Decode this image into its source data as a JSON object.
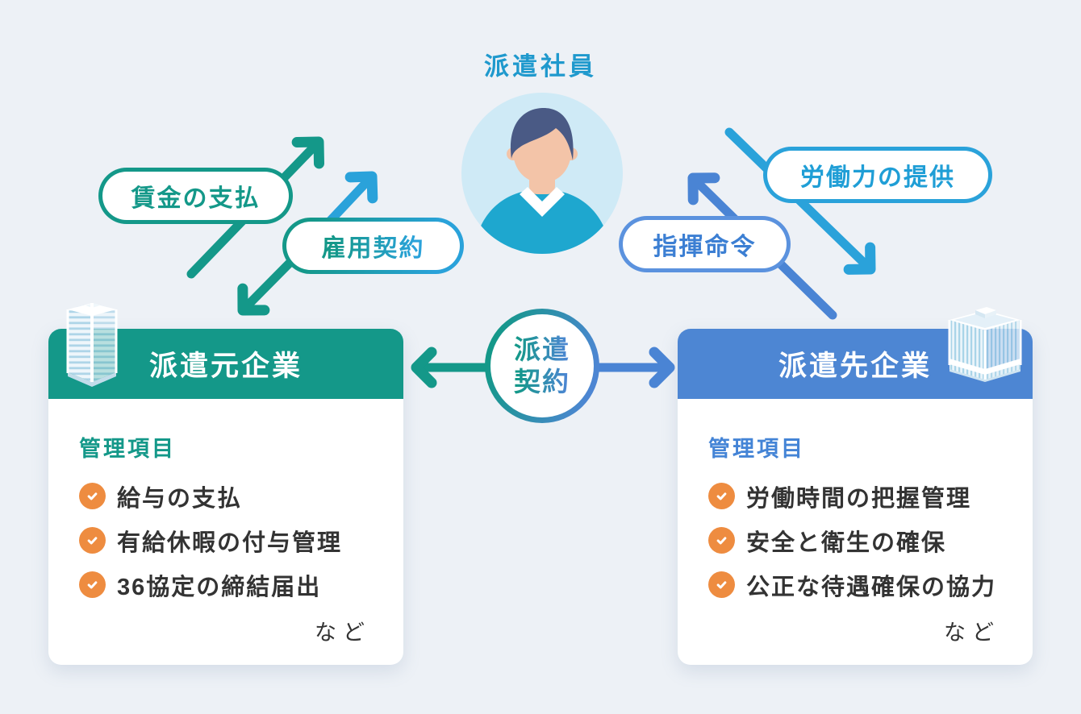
{
  "employee": {
    "label": "派遣社員"
  },
  "relations": {
    "wage_payment": {
      "label": "賃金の支払"
    },
    "employment_contract": {
      "label": "雇用契約"
    },
    "labor_provision": {
      "label": "労働力の提供"
    },
    "command_direction": {
      "label": "指揮命令"
    },
    "dispatch_contract": {
      "line1": "派遣",
      "line2": "契約"
    }
  },
  "source_company": {
    "name": "派遣元企業",
    "section_title": "管理項目",
    "items": [
      "給与の支払",
      "有給休暇の付与管理",
      "36協定の締結届出"
    ],
    "etc_label": "など"
  },
  "client_company": {
    "name": "派遣先企業",
    "section_title": "管理項目",
    "items": [
      "労働時間の把握管理",
      "安全と衛生の確保",
      "公正な待遇確保の協力"
    ],
    "etc_label": "など"
  },
  "icons": {
    "check": "check-icon",
    "skyscraper": "skyscraper-icon",
    "office_building": "office-building-icon",
    "employee_avatar": "employee-avatar-icon"
  },
  "colors": {
    "background": "#edf1f6",
    "agency_green": "#149889",
    "client_blue": "#4d86d3",
    "employee_cyan": "#2aa2da",
    "check_orange": "#ee8c40",
    "body_text": "#333333"
  }
}
